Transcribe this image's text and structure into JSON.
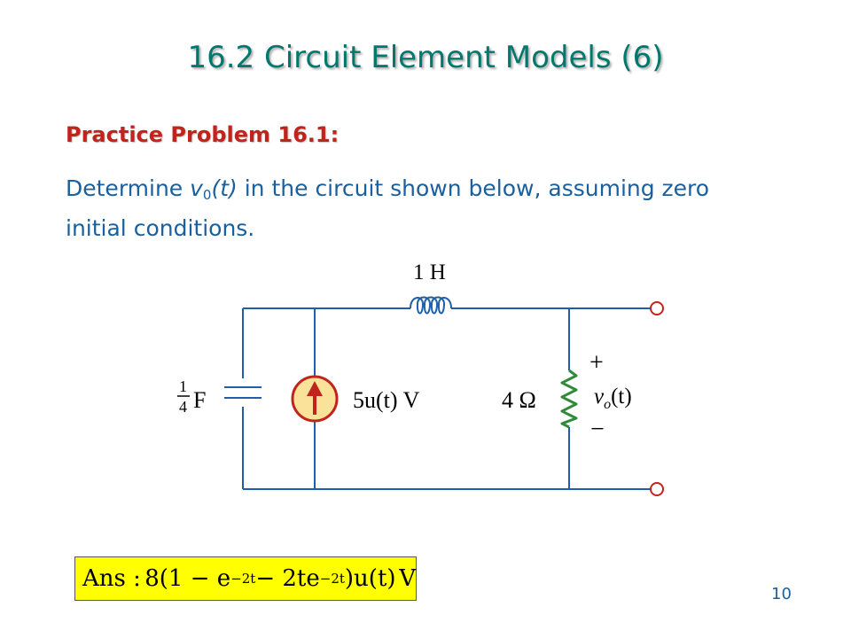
{
  "slide": {
    "title": "16.2 Circuit Element Models (6)",
    "heading": "Practice Problem 16.1:",
    "text_before": "Determine ",
    "text_var": "v",
    "text_sub": "0",
    "text_arg": "(t)",
    "text_after": " in the circuit shown below, assuming zero initial conditions.",
    "page_number": "10"
  },
  "circuit": {
    "inductor_label": "1 H",
    "capacitor_num": "1",
    "capacitor_den": "4",
    "capacitor_unit": "F",
    "source_label": "5u(t) V",
    "resistor_label": "4 Ω",
    "plus_label": "+",
    "minus_label": "−",
    "output_label": "v",
    "output_sub": "o",
    "output_arg": "(t)"
  },
  "answer": {
    "prefix": "Ans :",
    "part1": "8(1 − e",
    "exp1": "−2t",
    "part2": " − 2te",
    "exp2": "−2t",
    "part3": ")u(t)",
    "unit": "V"
  }
}
